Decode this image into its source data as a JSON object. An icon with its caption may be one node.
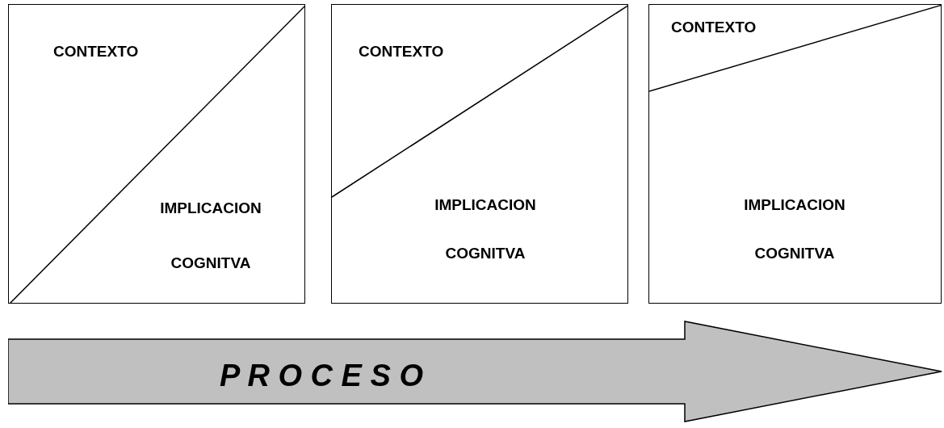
{
  "diagram": {
    "nodes": [
      {
        "text": [
          "CONTEXTO",
          "IMPLICACION COGNITVA"
        ]
      },
      {
        "text": [
          "CONTEXTO",
          "IMPLICACION COGNITVA"
        ]
      },
      {
        "text": [
          "CONTEXTO",
          "IMPLICACION COGNITVA"
        ]
      },
      {
        "text": [
          "P R O C E S O"
        ]
      }
    ]
  }
}
